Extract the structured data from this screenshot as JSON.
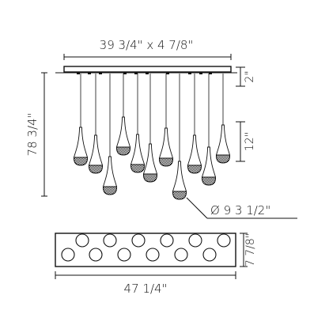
{
  "labels": {
    "canopy_size": "39 3/4\" x 4 7/8\"",
    "overall_height": "78 3/4\"",
    "canopy_drop": "2\"",
    "pendant_height": "12\"",
    "shade_diameter": "Ø 9 3 1/2\"",
    "footprint_width": "47 1/4\"",
    "footprint_depth": "7 7/8\""
  },
  "colors": {
    "line": "#111111",
    "shade": "#222222",
    "background": "#ffffff"
  }
}
